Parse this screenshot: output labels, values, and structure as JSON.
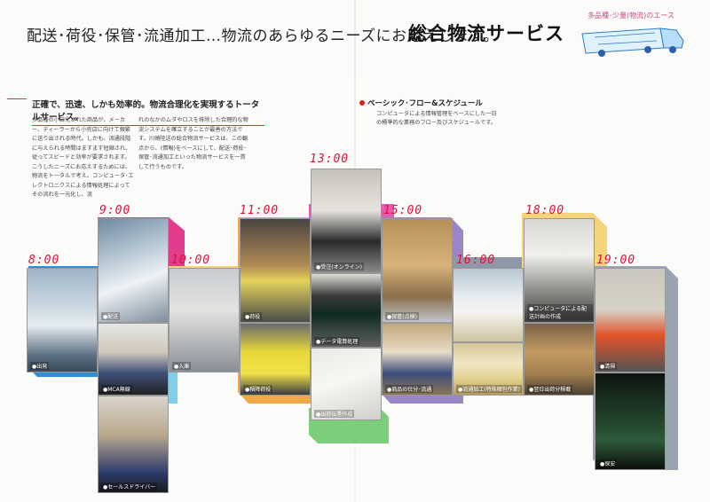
{
  "headline": "配送･荷役･保管･流通加工…物流のあらゆるニーズにお応えします。",
  "headline_bold": "総合物流サービス",
  "logo_tag": "多品種･少量(物流)のエース",
  "sub_heading": "正確で、迅速、しかも効率的。物流合理化を実現するトータルサービス。",
  "intro_col1": "多品種の小口化された商品が、メーカー、ディーラーから小売店に向けて頻繁に送り出される時代。しかも、流通段階に与えられる時間はますます短縮され、従ってスピードと効率が要求されます。こうしたニーズにお応えするためには、物流をトータルで考え、コンピュータ･エレクトロニクスによる情報処理によってその流れを一元化し、流",
  "intro_col2": "れのなかのムダやロスを排除した合理的な物流システムを確立することが最善の方法です。川崎陸送の総合物流サービスは、この観点から、(情報)をベースにして、配送･荷役･保管･流通加工といった物流サービスを一貫して行うものです。",
  "intro_col3": "",
  "flow_heading": "ベーシック･フロー&スケジュール",
  "flow_body": "コンピュータによる情報管理をベースにした一日の標準的な業務のフロー及びスケジュールです。",
  "times": {
    "t0800": "8:00",
    "t0900": "9:00",
    "t1000": "10:00",
    "t1100": "11:00",
    "t1300": "13:00",
    "t1500": "15:00",
    "t1600": "16:00",
    "t1800": "18:00",
    "t1900": "19:00"
  },
  "captions": {
    "departure": "●出発",
    "delivery": "●配送",
    "mca": "●MCA無線",
    "sales_driver": "●セールスドライバー",
    "arrival": "●入庫",
    "loading": "●荷役",
    "bulk_receipt": "●積降荷役",
    "online_order": "●受注(オンライン)",
    "data_processing": "●データ電算処理",
    "shipping_slip": "●出荷伝票作成",
    "storage": "●保管(点検)",
    "picking": "●商品の仕分･流通",
    "special_work": "●流通加工(特殊梱包作業)",
    "computer_docs": "●コンピュータによる配送計画の作成",
    "shipment_prep": "●翌日出荷分積載",
    "cleaning": "●清掃",
    "security": "●保安"
  },
  "colors": {
    "time_red": "#e0103a",
    "accent_red": "#dd3333",
    "slab_blue": "#2e8fd6",
    "slab_pink": "#e23c8c",
    "slab_cyan": "#7fd0e6",
    "slab_yellow": "#f4d47a",
    "slab_orange": "#f3a848",
    "slab_purple": "#9a86c7",
    "slab_green": "#7ccf7a",
    "slab_grey": "#8f98a8",
    "slab_magenta": "#e65ab3"
  }
}
